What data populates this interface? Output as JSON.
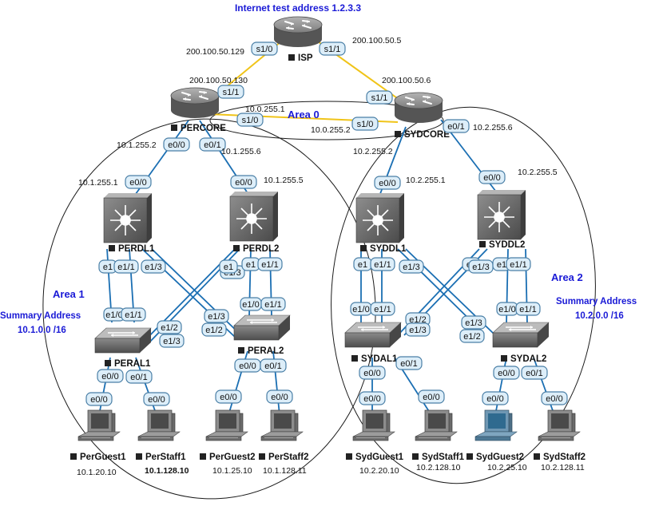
{
  "title": "Internet test address 1.2.3.3",
  "areas": {
    "area0": "Area 0",
    "area1": "Area 1",
    "area2": "Area 2",
    "summary1_line1": "Summary Address",
    "summary1_line2": "10.1.0.0 /16",
    "summary2_line1": "Summary Address",
    "summary2_line2": "10.2.0.0 /16"
  },
  "devices": {
    "isp": "ISP",
    "percore": "PERCORE",
    "sydcore": "SYDCORE",
    "perdl1": "PERDL1",
    "perdl2": "PERDL2",
    "syddl1": "SYDDL1",
    "syddl2": "SYDDL2",
    "peral1": "PERAL1",
    "peral2": "PERAL2",
    "sydal1": "SYDAL1",
    "sydal2": "SYDAL2",
    "perguest1": "PerGuest1",
    "perstaff1": "PerStaff1",
    "perguest2": "PerGuest2",
    "perstaff2": "PerStaff2",
    "sydguest1": "SydGuest1",
    "sydstaff1": "SydStaff1",
    "sydguest2": "SydGuest2",
    "sydstaff2": "SydStaff2"
  },
  "addresses": {
    "isp_s10": "200.100.50.129",
    "isp_s11": "200.100.50.5",
    "percore_s11": "200.100.50.130",
    "sydcore_s11": "200.100.50.6",
    "percore_s10": "10.0.255.1",
    "sydcore_s10": "10.0.255.2",
    "percore_e00": "10.1.255.2",
    "percore_e01": "10.1.255.6",
    "perdl1_e00": "10.1.255.1",
    "perdl2_e00": "10.1.255.5",
    "sydcore_e00": "10.2.255.2",
    "sydcore_e01": "10.2.255.6",
    "syddl1_e00": "10.2.255.1",
    "syddl2_e00": "10.2.255.5",
    "perguest1": "10.1.20.10",
    "perstaff1": "10.1.128.10",
    "perguest2": "10.1.25.10",
    "perstaff2": "10.1.128.11",
    "sydguest1": "10.2.20.10",
    "sydstaff1": "10.2.128.10",
    "sydguest2": "10.2.25.10",
    "sydstaff2": "10.2.128.11"
  },
  "ports": {
    "s10": "s1/0",
    "s11": "s1/1",
    "e00": "e0/0",
    "e01": "e0/1",
    "e10": "e1/0",
    "e11": "e1/1",
    "e12": "e1/2",
    "e13": "e1/3",
    "e1_trunc": "e1"
  },
  "colors": {
    "serial_link": "#f0c419",
    "ethernet_link": "#1b6fb3",
    "area_label": "#1a1ad6",
    "port_fill": "#ddeef9",
    "port_border": "#4a7fa6",
    "device_body": "#6e6e6e",
    "host_highlight": "#3f7fa6"
  }
}
